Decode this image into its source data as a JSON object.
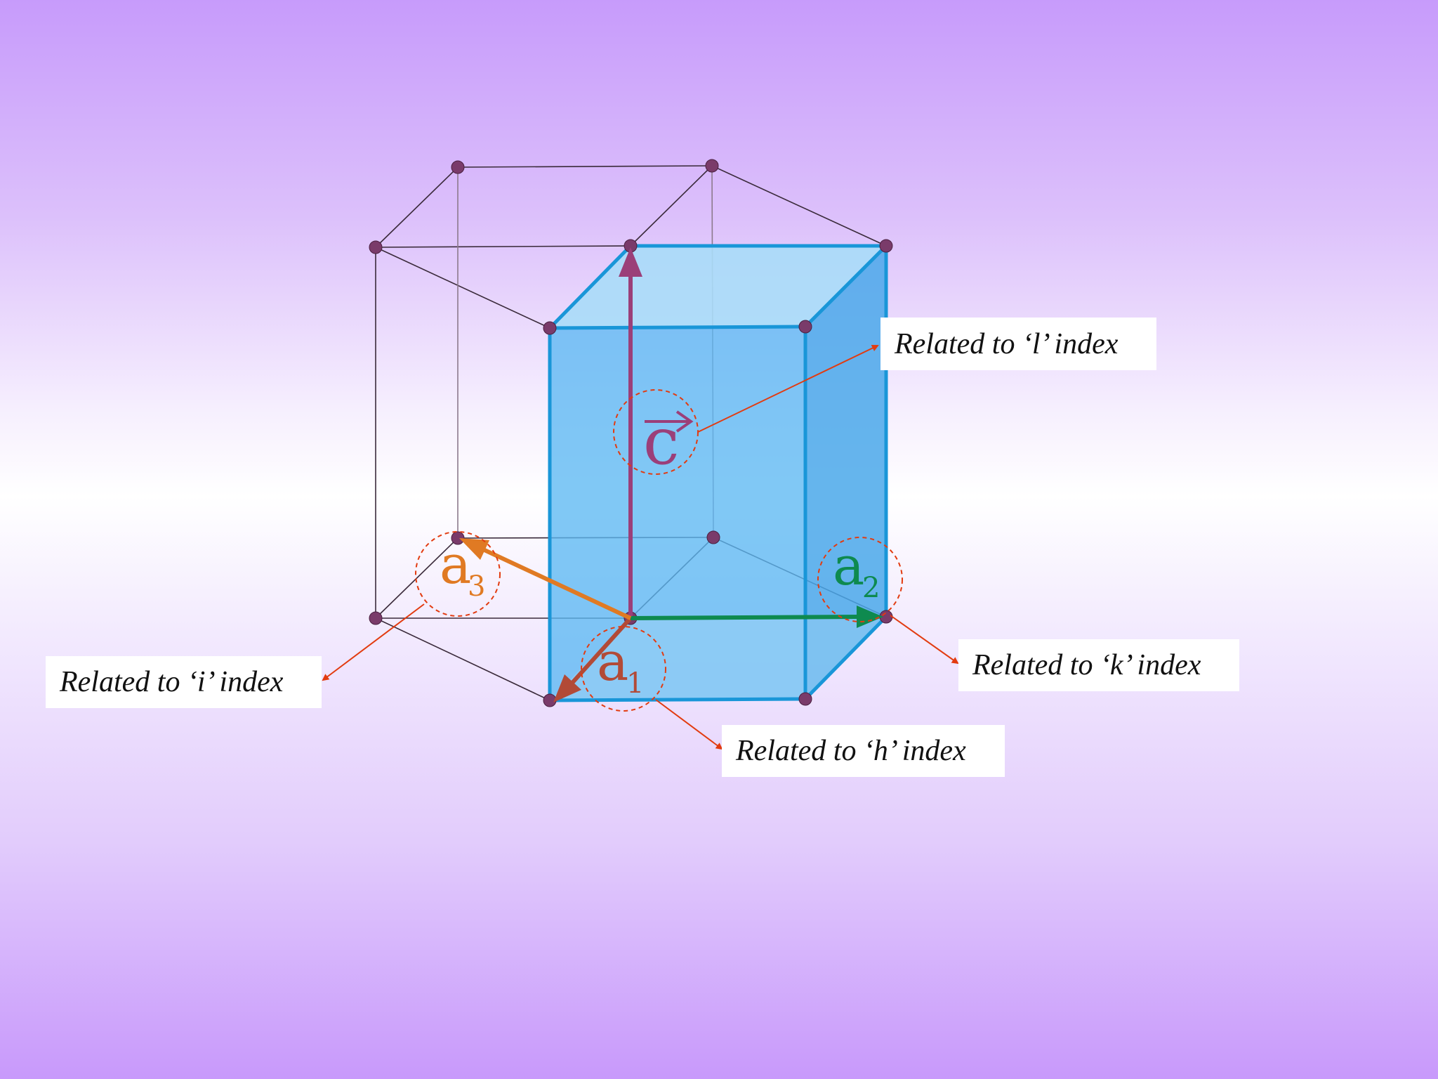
{
  "vectors": {
    "c": {
      "letter": "c",
      "arrow_glyph": "→",
      "color": "#9b3f79"
    },
    "a1": {
      "letter": "a",
      "subscript": "1",
      "color": "#b24a37"
    },
    "a2": {
      "letter": "a",
      "subscript": "2",
      "color": "#0e8a4f"
    },
    "a3": {
      "letter": "a",
      "subscript": "3",
      "color": "#e07a23"
    }
  },
  "labels": {
    "l_index": "Related to ‘l’ index",
    "i_index": "Related to ‘i’ index",
    "k_index": "Related to ‘k’ index",
    "h_index": "Related to ‘h’ index"
  },
  "colors": {
    "cell_fill": "#5bb7f0",
    "cell_edge": "#1996d8",
    "lattice_line": "#3a2a3a",
    "atom": "#7a3b6a",
    "callout": "#e23b10"
  }
}
